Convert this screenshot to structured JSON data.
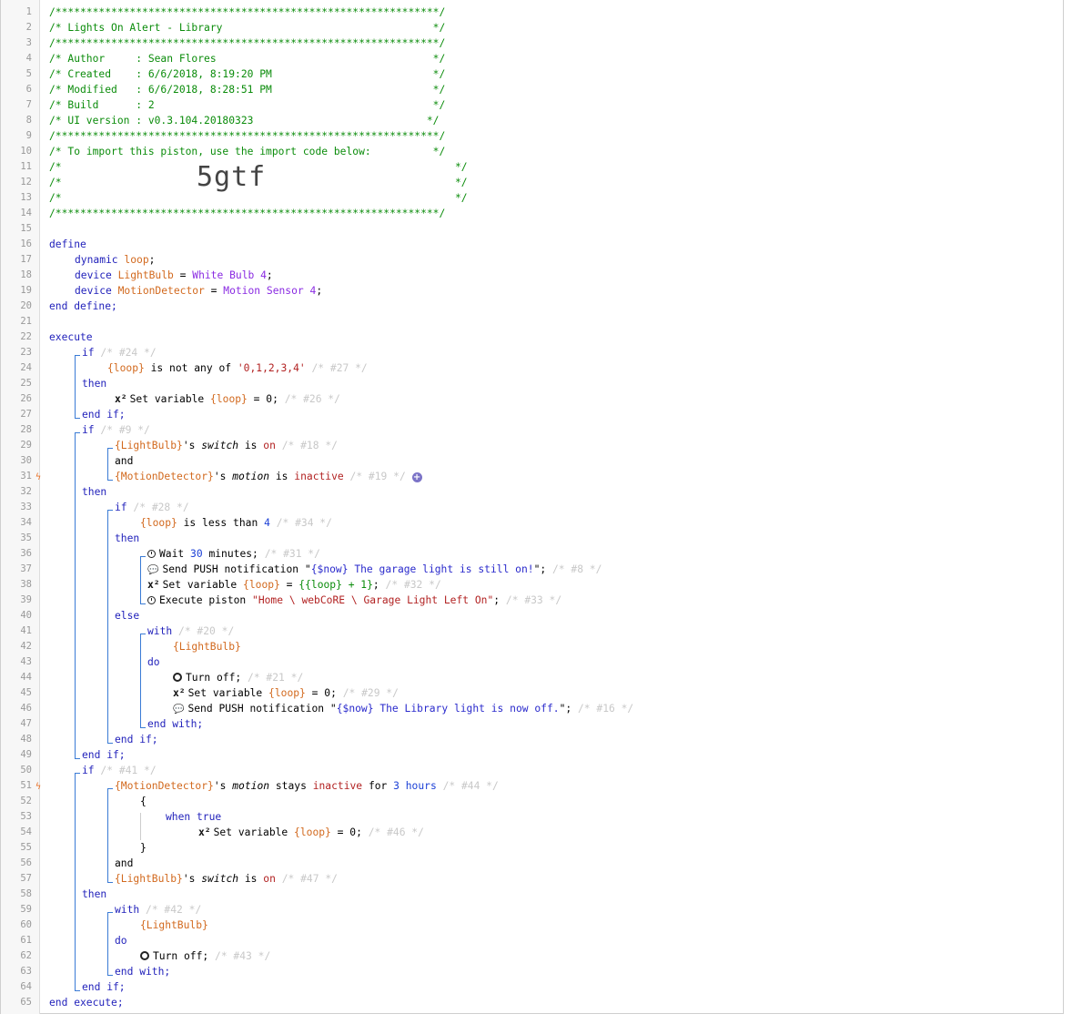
{
  "piston": {
    "header": {
      "stars": "/**************************************************************/",
      "title_line": "/* Lights On Alert - Library                                  */",
      "author_line": "/* Author     : Sean Flores                                   */",
      "created_line": "/* Created    : 6/6/2018, 8:19:20 PM                          */",
      "modified_line": "/* Modified   : 6/6/2018, 8:28:51 PM                          */",
      "build_line": "/* Build      : 2                                             */",
      "ui_line": "/* UI version : v0.3.104.20180323                            */",
      "import_line": "/* To import this piston, use the import code below:          */",
      "blank_left": "/*",
      "blank_right": "*/",
      "import_code": "5gtf"
    },
    "kw": {
      "define": "define",
      "end_define": "end define;",
      "execute": "execute",
      "end_execute": "end execute;",
      "if": "if",
      "then": "then",
      "else": "else",
      "end_if": "end if;",
      "with": "with",
      "do": "do",
      "end_with": "end with;",
      "and": "and",
      "dynamic": "dynamic",
      "device": "device",
      "when_true": "when true"
    },
    "defs": {
      "loop_name": "loop",
      "lightbulb_name": "LightBulb",
      "lightbulb_dev": "White Bulb 4",
      "motion_name": "MotionDetector",
      "motion_dev": "Motion Sensor 4"
    },
    "refs": {
      "loop": "{loop}",
      "lightbulb": "{LightBulb}",
      "motion": "{MotionDetector}",
      "loop_expr": "{{loop} + 1}"
    },
    "ids": {
      "c24": "/* #24 */",
      "c27": "/* #27 */",
      "c26": "/* #26 */",
      "c9": "/* #9 */",
      "c18": "/* #18 */",
      "c19": "/* #19 */",
      "c28": "/* #28 */",
      "c34": "/* #34 */",
      "c31": "/* #31 */",
      "c8": "/* #8 */",
      "c32": "/* #32 */",
      "c33": "/* #33 */",
      "c20": "/* #20 */",
      "c21": "/* #21 */",
      "c29": "/* #29 */",
      "c16": "/* #16 */",
      "c41": "/* #41 */",
      "c44": "/* #44 */",
      "c46": "/* #46 */",
      "c47": "/* #47 */",
      "c42": "/* #42 */",
      "c43": "/* #43 */"
    },
    "text": {
      "is_not_any_of": "is not any of",
      "loop_set": "'0,1,2,3,4'",
      "set_variable": "Set variable",
      "eq_zero": "= 0;",
      "eq": "=",
      "possessive": "'s",
      "switch_attr": "switch",
      "is": "is",
      "on": "on",
      "motion_attr": "motion",
      "inactive": "inactive",
      "is_less_than": "is less than",
      "four": "4",
      "wait": "Wait",
      "thirty": "30",
      "minutes": "minutes;",
      "send_push": "Send PUSH notification",
      "now_tmpl": "{$now}",
      "garage_msg": " The garage light is still on!",
      "execute_piston": "Execute piston",
      "piston_path": "\"Home \\ webCoRE \\ Garage Light Left On\"",
      "turn_off": "Turn off;",
      "library_msg": " The Library light is now off.",
      "stays": "stays",
      "for": "for",
      "three_hours": "3 hours",
      "brace_open": "{",
      "brace_close": "}",
      "sup": "x²",
      "semicolon": ";",
      "quote": "\"",
      "quote_semi": "\";"
    }
  }
}
